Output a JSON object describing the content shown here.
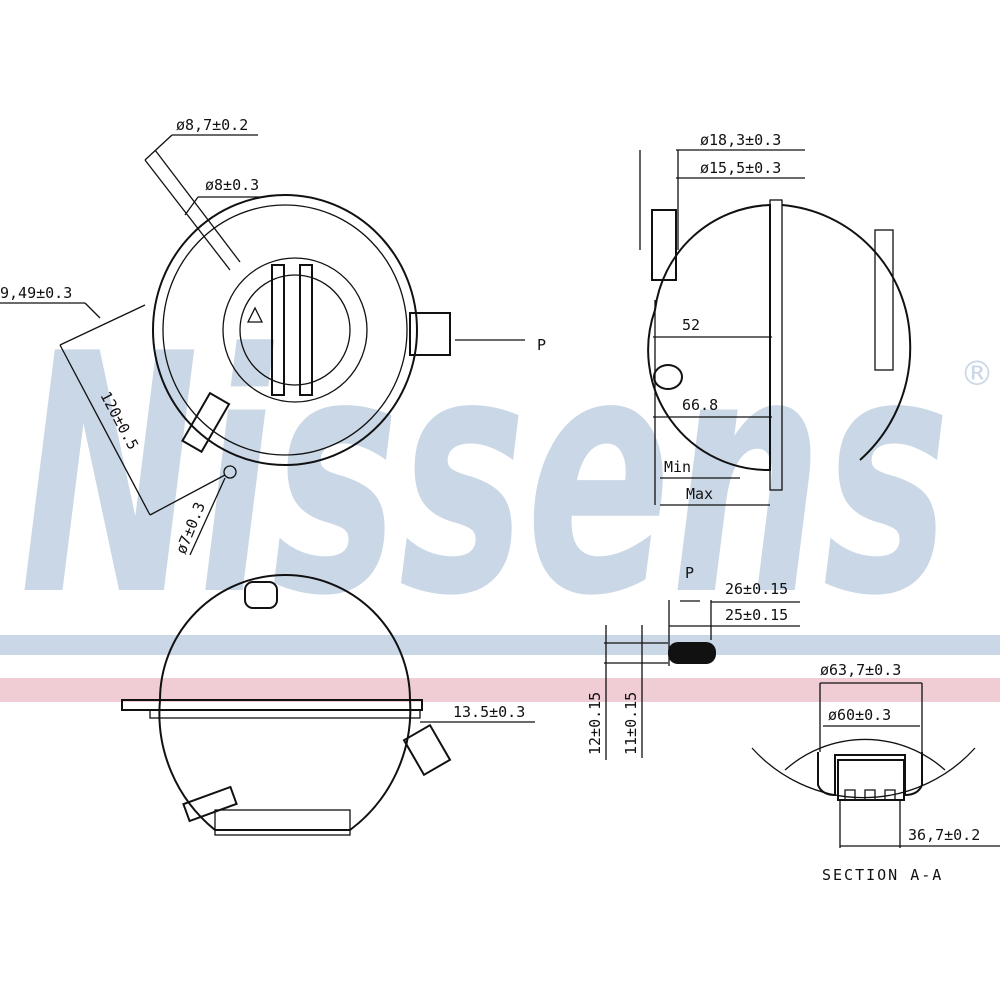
{
  "watermark": {
    "brand": "Nissens",
    "registered": "®",
    "color_text": "#c9d7e6",
    "stripe_blue": "#c9d7e6",
    "stripe_pink": "#f0ccd4"
  },
  "top_left_view": {
    "dia_hose_top": "ø8,7±0.2",
    "dia_hose": "ø8±0.3",
    "offset": "9,49±0.3",
    "length": "120±0.5",
    "dia_hole": "ø7±0.3",
    "arrow_label": "P"
  },
  "top_right_view": {
    "dia_outer": "ø18,3±0.3",
    "dia_inner": "ø15,5±0.3",
    "dim_52": "52",
    "dim_668": "66.8",
    "min_label": "Min",
    "max_label": "Max"
  },
  "detail_p": {
    "title": "P",
    "width_26": "26±0.15",
    "width_25": "25±0.15",
    "height_12": "12±0.15",
    "height_11": "11±0.15"
  },
  "bottom_left_view": {
    "dia_outlet": "13.5±0.3"
  },
  "section_aa": {
    "dia_outer": "ø63,7±0.3",
    "dia_inner": "ø60±0.3",
    "depth": "36,7±0.2",
    "title": "SECTION A-A"
  }
}
